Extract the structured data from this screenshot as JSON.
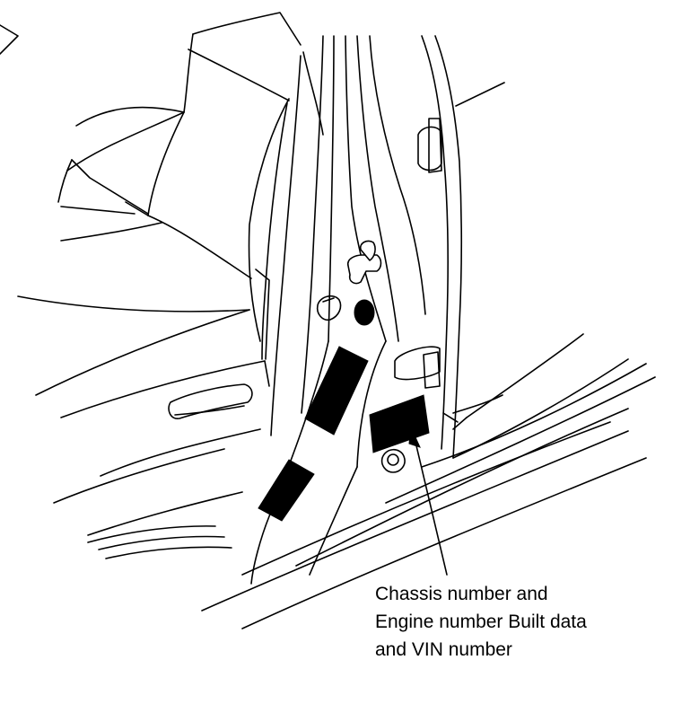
{
  "label": {
    "line1": "Chassis number and",
    "line2": "Engine number Built data",
    "line3": "and VIN number"
  },
  "colors": {
    "ink": "#000000",
    "paper": "#ffffff"
  }
}
